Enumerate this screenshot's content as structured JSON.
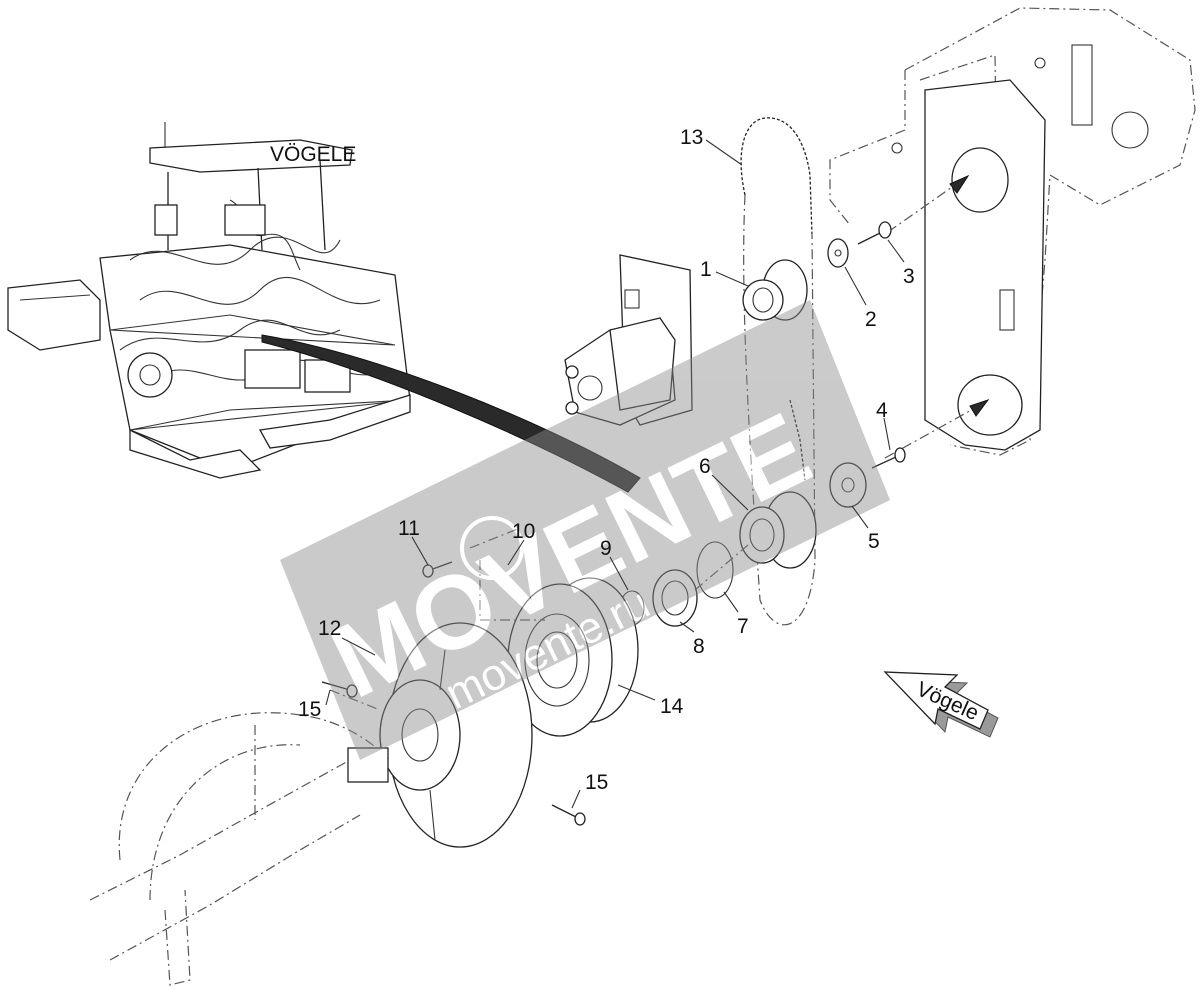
{
  "brand_machine": "VÖGELE",
  "brand_arrow": "Vögele",
  "watermark": {
    "main": "MOVENTE",
    "sub": "movente.ru"
  },
  "callouts": [
    {
      "id": "c1",
      "text": "1"
    },
    {
      "id": "c2",
      "text": "2"
    },
    {
      "id": "c3",
      "text": "3"
    },
    {
      "id": "c4",
      "text": "4"
    },
    {
      "id": "c5",
      "text": "5"
    },
    {
      "id": "c6",
      "text": "6"
    },
    {
      "id": "c7",
      "text": "7"
    },
    {
      "id": "c8",
      "text": "8"
    },
    {
      "id": "c9",
      "text": "9"
    },
    {
      "id": "c10",
      "text": "10"
    },
    {
      "id": "c11",
      "text": "11"
    },
    {
      "id": "c12",
      "text": "12"
    },
    {
      "id": "c13",
      "text": "13"
    },
    {
      "id": "c14",
      "text": "14"
    },
    {
      "id": "c15a",
      "text": "15"
    },
    {
      "id": "c15b",
      "text": "15"
    }
  ],
  "colors": {
    "line": "#222222",
    "watermark": "#9a9a9a",
    "accent": "#2a2a2a"
  }
}
